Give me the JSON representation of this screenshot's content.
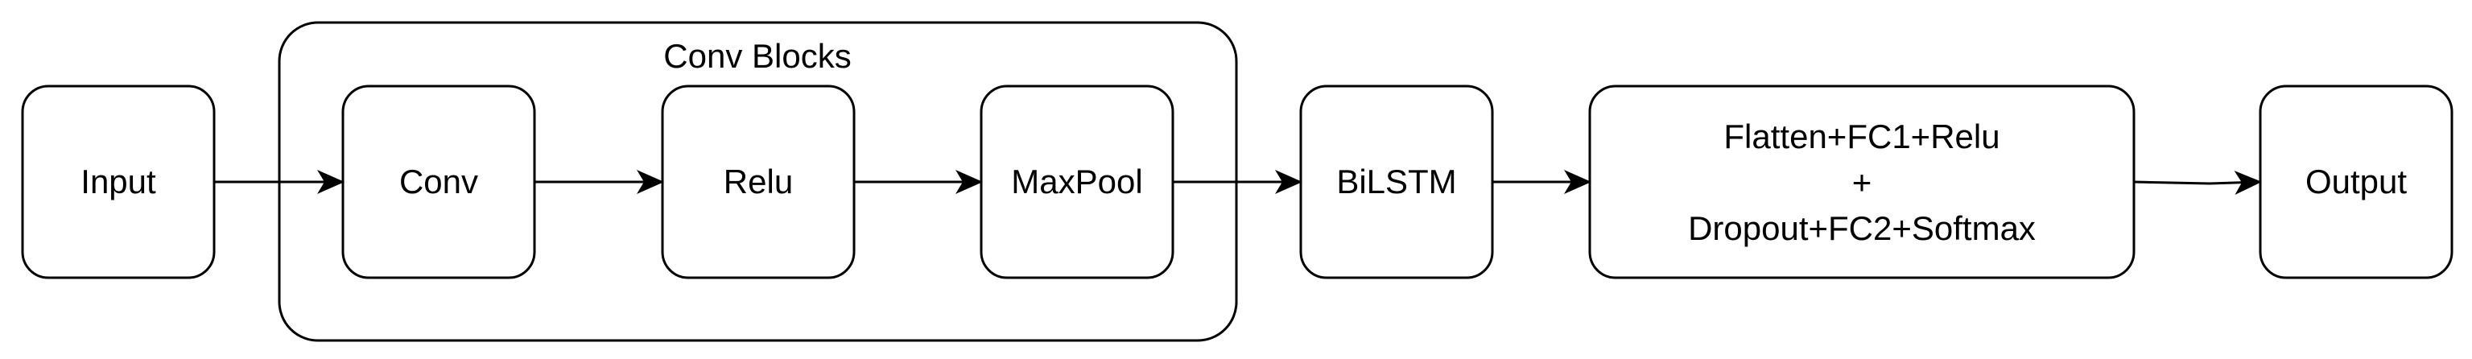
{
  "diagram": {
    "group": {
      "label": "Conv Blocks"
    },
    "nodes": {
      "input": "Input",
      "conv": "Conv",
      "relu": "Relu",
      "maxpool": "MaxPool",
      "bilstm": "BiLSTM",
      "fc_line1": "Flatten+FC1+Relu",
      "fc_line2": "+",
      "fc_line3": "Dropout+FC2+Softmax",
      "output": "Output"
    },
    "edges": [
      {
        "from": "Input",
        "to": "Conv"
      },
      {
        "from": "Conv",
        "to": "Relu"
      },
      {
        "from": "Relu",
        "to": "MaxPool"
      },
      {
        "from": "MaxPool",
        "to": "BiLSTM"
      },
      {
        "from": "BiLSTM",
        "to": "Flatten+FC1+Relu + Dropout+FC2+Softmax"
      },
      {
        "from": "Flatten+FC1+Relu + Dropout+FC2+Softmax",
        "to": "Output"
      }
    ]
  }
}
